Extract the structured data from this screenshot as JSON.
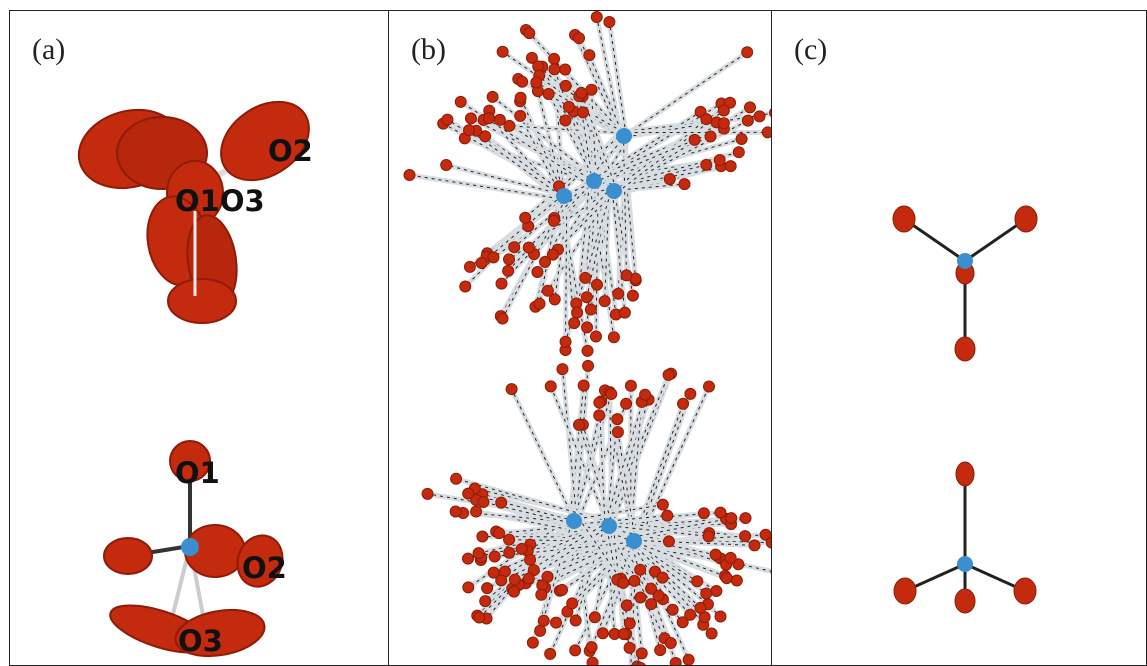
{
  "panels": [
    {
      "label": "(a)"
    },
    {
      "label": "(b)"
    },
    {
      "label": "(c)"
    }
  ],
  "atom_labels": {
    "top": {
      "o1o3": "O1O3",
      "o2": "O2"
    },
    "bottom": {
      "o1": "O1",
      "o2": "O2",
      "o3": "O3"
    }
  },
  "colors": {
    "oxygen": "#c42a0e",
    "oxygen_dark": "#8e1c07",
    "central_atom": "#3a8fd0",
    "bond": "#222222",
    "bond_light": "#d8dde2",
    "border": "#222222"
  }
}
